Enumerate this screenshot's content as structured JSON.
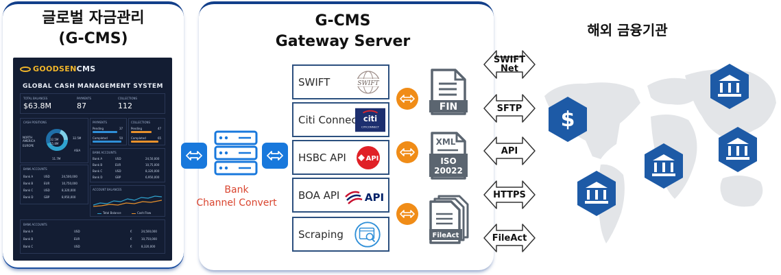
{
  "left": {
    "title_line1": "글로벌 자금관리",
    "title_line2": "(G-CMS)",
    "dashboard": {
      "logo_brand": "GOODSEN",
      "logo_suffix": "CMS",
      "system_title": "GLOBAL CASH MANAGEMENT SYSTEM",
      "metrics": [
        {
          "label": "TOTAL BALANCES",
          "value": "$63.8M"
        },
        {
          "label": "PAYMENTS",
          "value": "87"
        },
        {
          "label": "COLLECTIONS",
          "value": "112"
        }
      ],
      "cash_positions_label": "CASH POSITIONS",
      "donut_labels": [
        "NORTH AMERICA",
        "EUROPE",
        "ASIA",
        "32.5M",
        "15.8M",
        "32.5M",
        "11.7M"
      ],
      "payments_label": "PAYMENTS",
      "collections_label": "COLLECTIONS",
      "payments_rows": [
        {
          "label": "Pending",
          "value": "37"
        },
        {
          "label": "Completed",
          "value": "50"
        }
      ],
      "collections_rows": [
        {
          "label": "Pending",
          "value": "47"
        },
        {
          "label": "Completed",
          "value": "65"
        }
      ],
      "bank_accounts_label": "BANK ACCOUNTS",
      "bank_accounts_left": [
        [
          "Bank A",
          "USD",
          "24,500,000"
        ],
        [
          "Bank B",
          "EUR",
          "10,750,000"
        ],
        [
          "Bank C",
          "USD",
          "8,320,000"
        ],
        [
          "Bank D",
          "GBP",
          "8,950,000"
        ]
      ],
      "bank_accounts_right": [
        [
          "Bank A",
          "USD",
          "24,50,000"
        ],
        [
          "Bank B",
          "EUR",
          "10,75,000"
        ],
        [
          "Bank C",
          "USD",
          "8,320,000"
        ],
        [
          "Bank D",
          "GBP",
          "6,950,000"
        ]
      ],
      "account_balances_label": "ACCOUNT BALANCES",
      "legend": [
        "Total Balance",
        "Cash Flow"
      ],
      "bank_accounts_bottom": [
        [
          "Bank A",
          "USD",
          "€",
          "24,500,000"
        ],
        [
          "Bank B",
          "EUR",
          "€",
          "10,750,000"
        ],
        [
          "Bank C",
          "USD",
          "€",
          "8,320,000"
        ]
      ]
    }
  },
  "middle": {
    "title_line1": "G-CMS",
    "title_line2": "Gateway Server",
    "bank_convert_line1": "Bank",
    "bank_convert_line2": "Channel Convert",
    "channels": [
      {
        "label": "SWIFT",
        "icon": "swift-logo",
        "icon_text": "SWIFT"
      },
      {
        "label": "Citi Connect",
        "icon": "citi-logo",
        "icon_text": "citi",
        "icon_sub": "CITICONNECT"
      },
      {
        "label": "HSBC API",
        "icon": "hsbc-api-logo",
        "icon_text": "API"
      },
      {
        "label": "BOA API",
        "icon": "boa-api-logo",
        "icon_text": "API"
      },
      {
        "label": "Scraping",
        "icon": "scraping-icon"
      }
    ],
    "documents": [
      {
        "icon": "fin-document-icon",
        "text": "FIN"
      },
      {
        "icon": "xml-document-icon",
        "text_top": "XML",
        "text_mid": "ISO",
        "text_bot": "20022"
      },
      {
        "icon": "fileact-documents-icon",
        "text": "FileAct"
      }
    ]
  },
  "protocols": [
    {
      "line1": "SWIFT",
      "line2": "Net"
    },
    {
      "line1": "SFTP"
    },
    {
      "line1": "API"
    },
    {
      "line1": "HTTPS"
    },
    {
      "line1": "FileAct"
    }
  ],
  "right": {
    "title": "해외 금융기관"
  },
  "colors": {
    "navy": "#123f8a",
    "orange": "#f08c17",
    "blue": "#1878dc",
    "red_label": "#d9442e",
    "hex_blue": "#1d5aa6",
    "map_gray": "#e3e5e8"
  }
}
